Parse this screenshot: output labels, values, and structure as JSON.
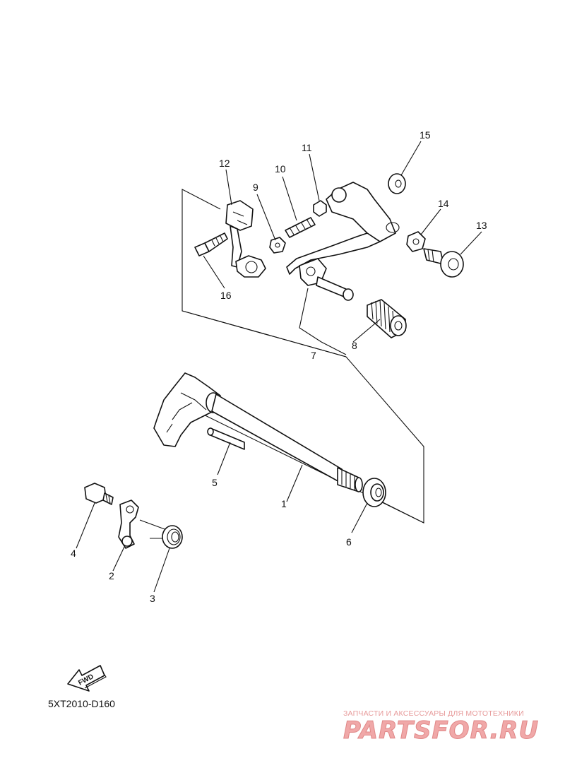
{
  "diagram": {
    "callouts": [
      {
        "id": "1",
        "label": "1"
      },
      {
        "id": "2",
        "label": "2"
      },
      {
        "id": "3",
        "label": "3"
      },
      {
        "id": "4",
        "label": "4"
      },
      {
        "id": "5",
        "label": "5"
      },
      {
        "id": "6",
        "label": "6"
      },
      {
        "id": "7",
        "label": "7"
      },
      {
        "id": "8",
        "label": "8"
      },
      {
        "id": "9",
        "label": "9"
      },
      {
        "id": "10",
        "label": "10"
      },
      {
        "id": "11",
        "label": "11"
      },
      {
        "id": "12",
        "label": "12"
      },
      {
        "id": "13",
        "label": "13"
      },
      {
        "id": "14",
        "label": "14"
      },
      {
        "id": "15",
        "label": "15"
      },
      {
        "id": "16",
        "label": "16"
      }
    ],
    "fwd_label": "FWD",
    "drawing_code": "5XT2010-D160"
  },
  "watermark": {
    "tagline": "ЗАПЧАСТИ И АКСЕССУАРЫ ДЛЯ МОТОТЕХНИКИ",
    "logo_text": "PARTSFOR.RU"
  }
}
